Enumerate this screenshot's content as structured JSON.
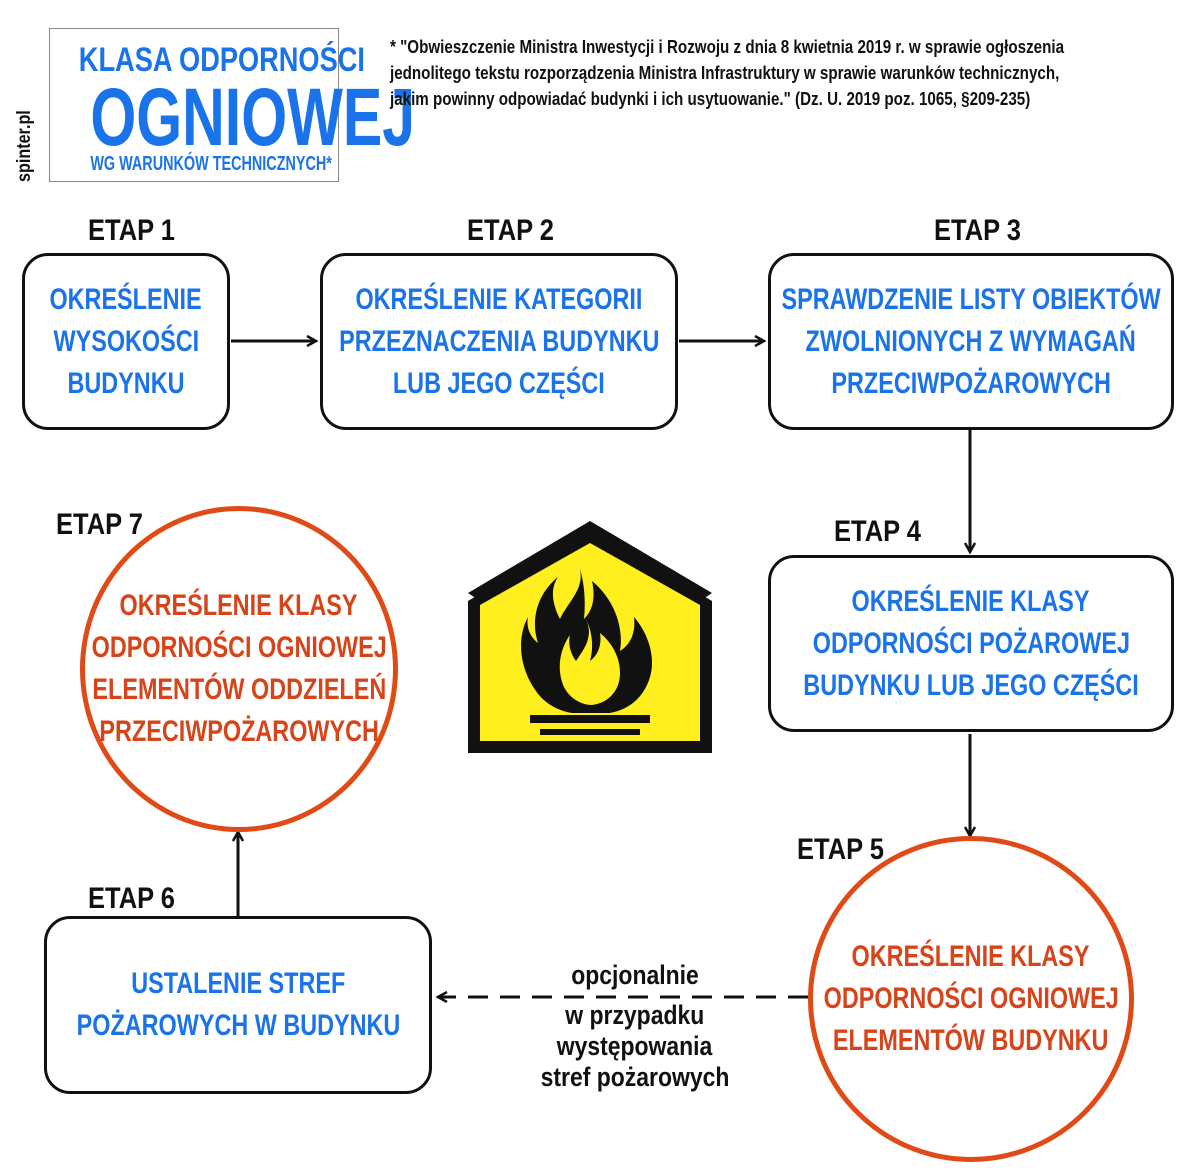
{
  "header": {
    "brand": "spinter.pl",
    "title_line1": "KLASA ODPORNOŚCI",
    "title_line2": "OGNIOWEJ",
    "title_line3": "WG WARUNKÓW TECHNICZNYCH*",
    "footnote_lines": [
      "* \"Obwieszczenie Ministra Inwestycji i Rozwoju z dnia 8 kwietnia 2019 r. w sprawie ogłoszenia",
      "jednolitego tekstu rozporządzenia Ministra Infrastruktury w sprawie warunków technicznych,",
      "jakim powinny odpowiadać budynki i ich usytuowanie.\" (Dz. U. 2019 poz. 1065, §209-235)"
    ]
  },
  "stages": [
    {
      "label": "ETAP 1",
      "lines": [
        "OKREŚLENIE",
        "WYSOKOŚCI",
        "BUDYNKU"
      ]
    },
    {
      "label": "ETAP 2",
      "lines": [
        "OKREŚLENIE KATEGORII",
        "PRZEZNACZENIA BUDYNKU",
        "LUB JEGO CZĘŚCI"
      ]
    },
    {
      "label": "ETAP 3",
      "lines": [
        "SPRAWDZENIE LISTY OBIEKTÓW",
        "ZWOLNIONYCH Z WYMAGAŃ",
        "PRZECIWPOŻAROWYCH"
      ]
    },
    {
      "label": "ETAP 4",
      "lines": [
        "OKREŚLENIE KLASY",
        "ODPORNOŚCI POŻAROWEJ",
        "BUDYNKU LUB JEGO CZĘŚCI"
      ]
    },
    {
      "label": "ETAP 5",
      "lines": [
        "OKREŚLENIE KLASY",
        "ODPORNOŚCI OGNIOWEJ",
        "ELEMENTÓW BUDYNKU"
      ]
    },
    {
      "label": "ETAP 6",
      "lines": [
        "USTALENIE STREF",
        "POŻAROWYCH W BUDYNKU"
      ]
    },
    {
      "label": "ETAP 7",
      "lines": [
        "OKREŚLENIE KLASY",
        "ODPORNOŚCI OGNIOWEJ",
        "ELEMENTÓW ODDZIELEŃ",
        "PRZECIWPOŻAROWYCH"
      ]
    }
  ],
  "optional_note": {
    "label": "opcjonalnie",
    "lines": [
      "w przypadku",
      "występowania",
      "stref pożarowych"
    ]
  },
  "colors": {
    "blue_text": "#1a73e8",
    "red_text": "#d7441a",
    "circle_border": "#e04a16",
    "sign_yellow": "#ffef1f",
    "sign_black": "#111111"
  },
  "icons": [
    "flammable-building-sign-icon"
  ]
}
